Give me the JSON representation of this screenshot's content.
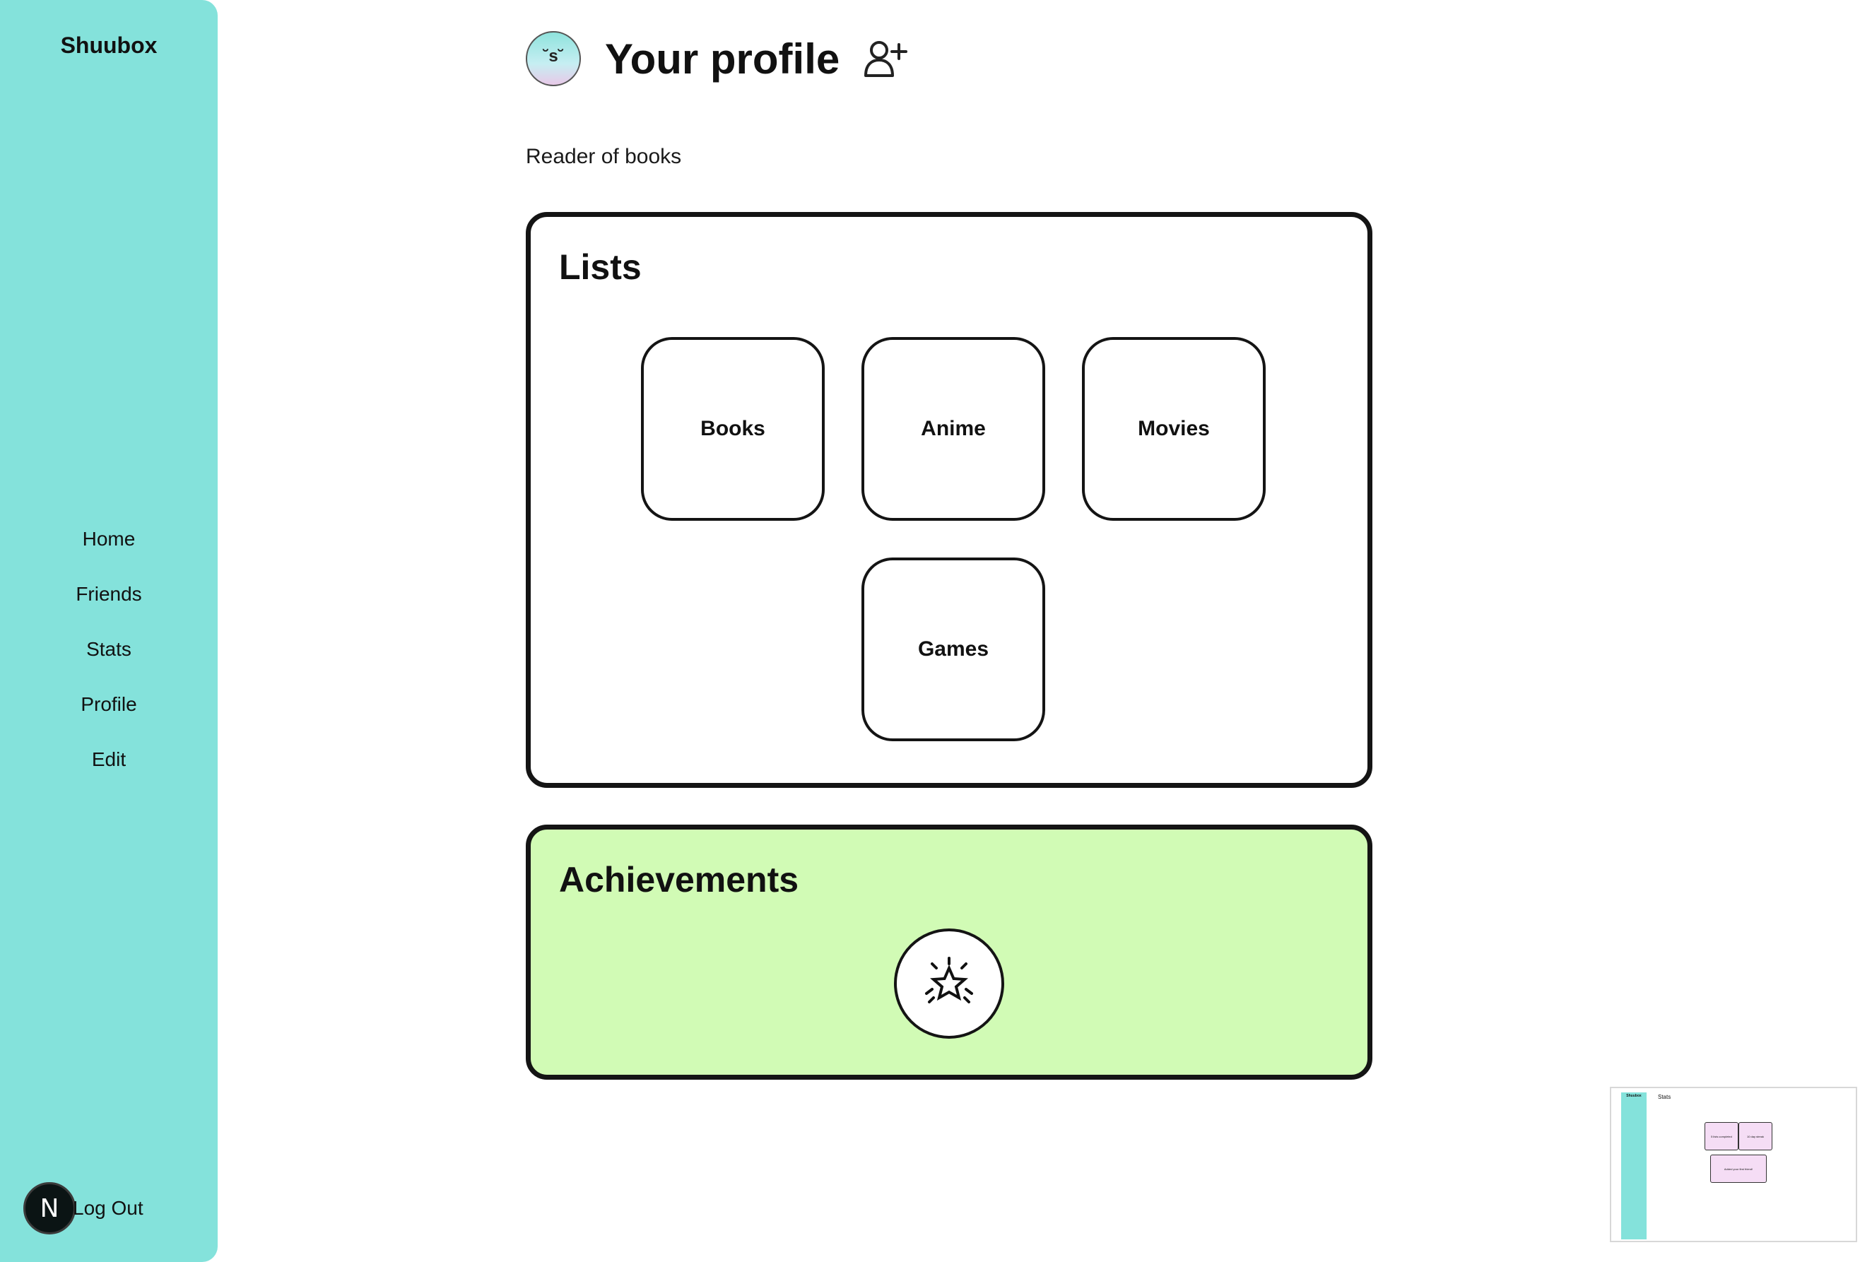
{
  "sidebar": {
    "brand": "Shuubox",
    "nav": [
      "Home",
      "Friends",
      "Stats",
      "Profile",
      "Edit"
    ],
    "logout_label": "Log Out",
    "logout_badge": "N",
    "color": "#84e2db"
  },
  "header": {
    "avatar_face": "˘s˘",
    "title": "Your profile",
    "add_friend_icon": "user-plus-icon"
  },
  "bio": "Reader of books",
  "lists": {
    "title": "Lists",
    "items": [
      "Books",
      "Anime",
      "Movies",
      "Games"
    ]
  },
  "achievements": {
    "title": "Achievements",
    "badge_icon": "sparkle-star-icon",
    "color": "#d1fbb5"
  },
  "preview": {
    "brand": "Shuubox",
    "title": "Stats",
    "tiles": [
      "5 lists completed",
      "10 day streak",
      "Added your first friend!"
    ]
  }
}
